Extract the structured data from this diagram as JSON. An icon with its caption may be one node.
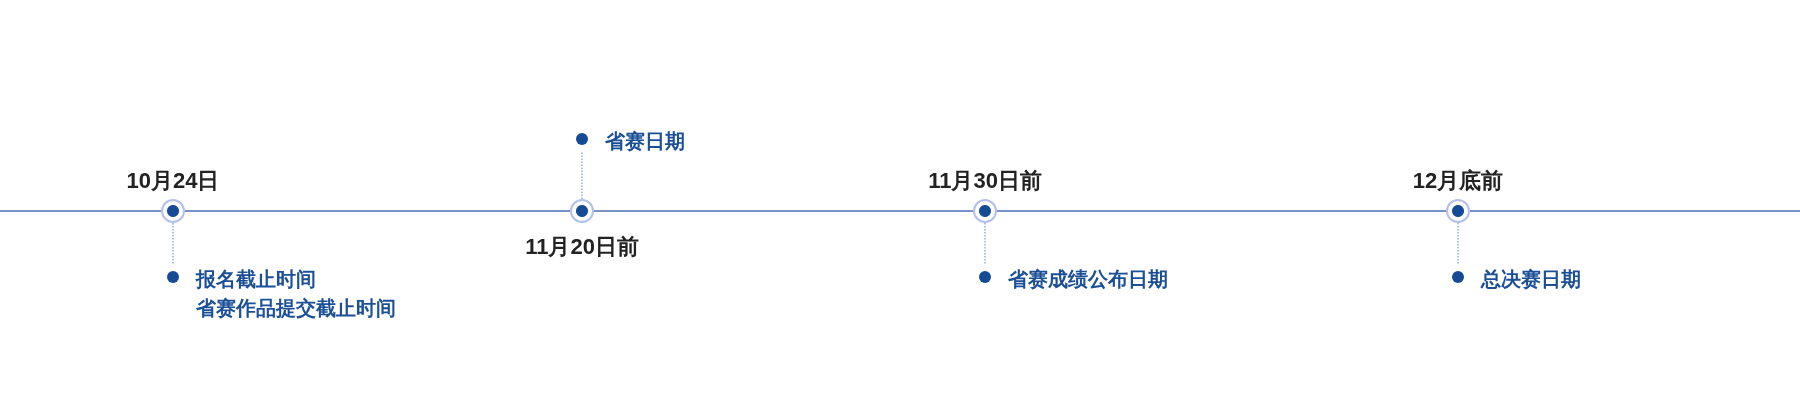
{
  "diagram": {
    "nodes": [
      {
        "text": [],
        "shape": "circle",
        "beside": [
          "10月24日"
        ]
      },
      {
        "text": [
          "报名截止时间",
          "省赛作品提交截止时间"
        ]
      },
      {
        "text": [],
        "shape": "circle",
        "beside": [
          "11月20日前"
        ]
      },
      {
        "text": [
          "省赛日期"
        ]
      },
      {
        "text": [],
        "shape": "circle",
        "beside": [
          "11月30日前"
        ]
      },
      {
        "text": [
          "省赛成绩公布日期"
        ]
      },
      {
        "text": [],
        "shape": "circle",
        "beside": [
          "12月底前"
        ]
      },
      {
        "text": [
          "总决赛日期"
        ]
      }
    ],
    "edges": [
      {
        "from": null,
        "to": 0,
        "arrow": "none"
      },
      {
        "from": 0,
        "to": 2,
        "arrow": "none"
      },
      {
        "from": 2,
        "to": 4,
        "arrow": "none"
      },
      {
        "from": 4,
        "to": 6,
        "arrow": "none"
      },
      {
        "from": 6,
        "to": null,
        "arrow": "none"
      },
      {
        "from": 0,
        "to": 1,
        "arrow": "none",
        "style": "dashed"
      },
      {
        "from": 2,
        "to": 3,
        "arrow": "none",
        "style": "dashed"
      },
      {
        "from": 4,
        "to": 5,
        "arrow": "none",
        "style": "dashed"
      },
      {
        "from": 6,
        "to": 7,
        "arrow": "none",
        "style": "dashed"
      }
    ]
  }
}
